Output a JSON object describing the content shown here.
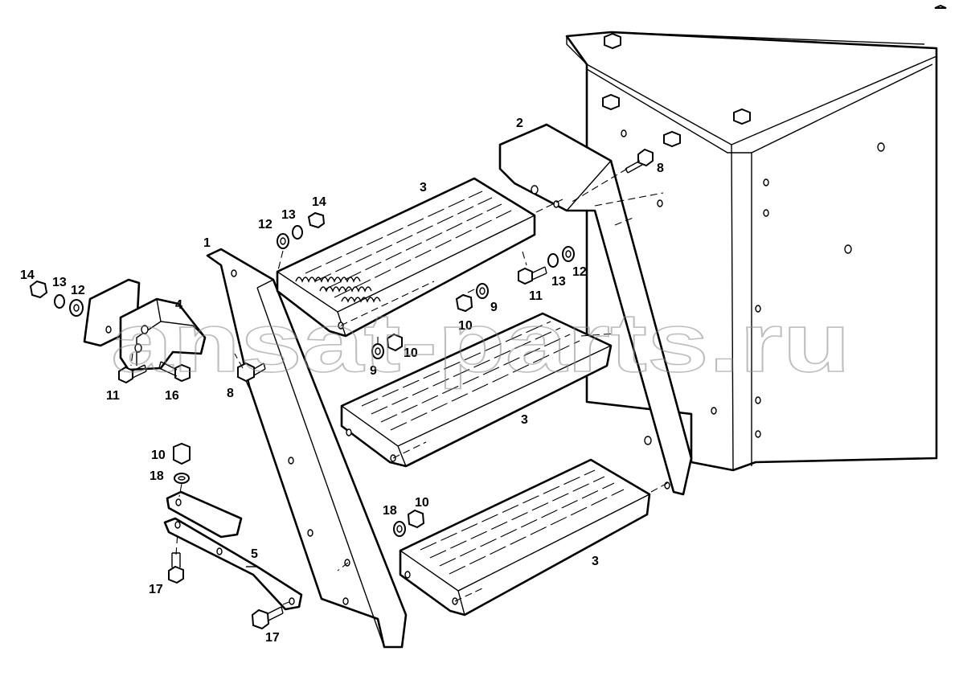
{
  "diagram": {
    "watermark": "ansat-parts.ru",
    "colors": {
      "line": "#000000",
      "background": "#ffffff",
      "watermark": "#8a8a8a"
    },
    "callouts": [
      {
        "id": "c1",
        "label": "1"
      },
      {
        "id": "c2",
        "label": "2"
      },
      {
        "id": "c3a",
        "label": "3"
      },
      {
        "id": "c3b",
        "label": "3"
      },
      {
        "id": "c3c",
        "label": "3"
      },
      {
        "id": "c4",
        "label": "4"
      },
      {
        "id": "c5",
        "label": "5"
      },
      {
        "id": "c8a",
        "label": "8"
      },
      {
        "id": "c8b",
        "label": "8"
      },
      {
        "id": "c9a",
        "label": "9"
      },
      {
        "id": "c9b",
        "label": "9"
      },
      {
        "id": "c10a",
        "label": "10"
      },
      {
        "id": "c10b",
        "label": "10"
      },
      {
        "id": "c10c",
        "label": "10"
      },
      {
        "id": "c10d",
        "label": "10"
      },
      {
        "id": "c11a",
        "label": "11"
      },
      {
        "id": "c11b",
        "label": "11"
      },
      {
        "id": "c12a",
        "label": "12"
      },
      {
        "id": "c12b",
        "label": "12"
      },
      {
        "id": "c12c",
        "label": "12"
      },
      {
        "id": "c13a",
        "label": "13"
      },
      {
        "id": "c13b",
        "label": "13"
      },
      {
        "id": "c13c",
        "label": "13"
      },
      {
        "id": "c14a",
        "label": "14"
      },
      {
        "id": "c14b",
        "label": "14"
      },
      {
        "id": "c16",
        "label": "16"
      },
      {
        "id": "c17a",
        "label": "17"
      },
      {
        "id": "c17b",
        "label": "17"
      },
      {
        "id": "c18a",
        "label": "18"
      },
      {
        "id": "c18b",
        "label": "18"
      }
    ]
  }
}
